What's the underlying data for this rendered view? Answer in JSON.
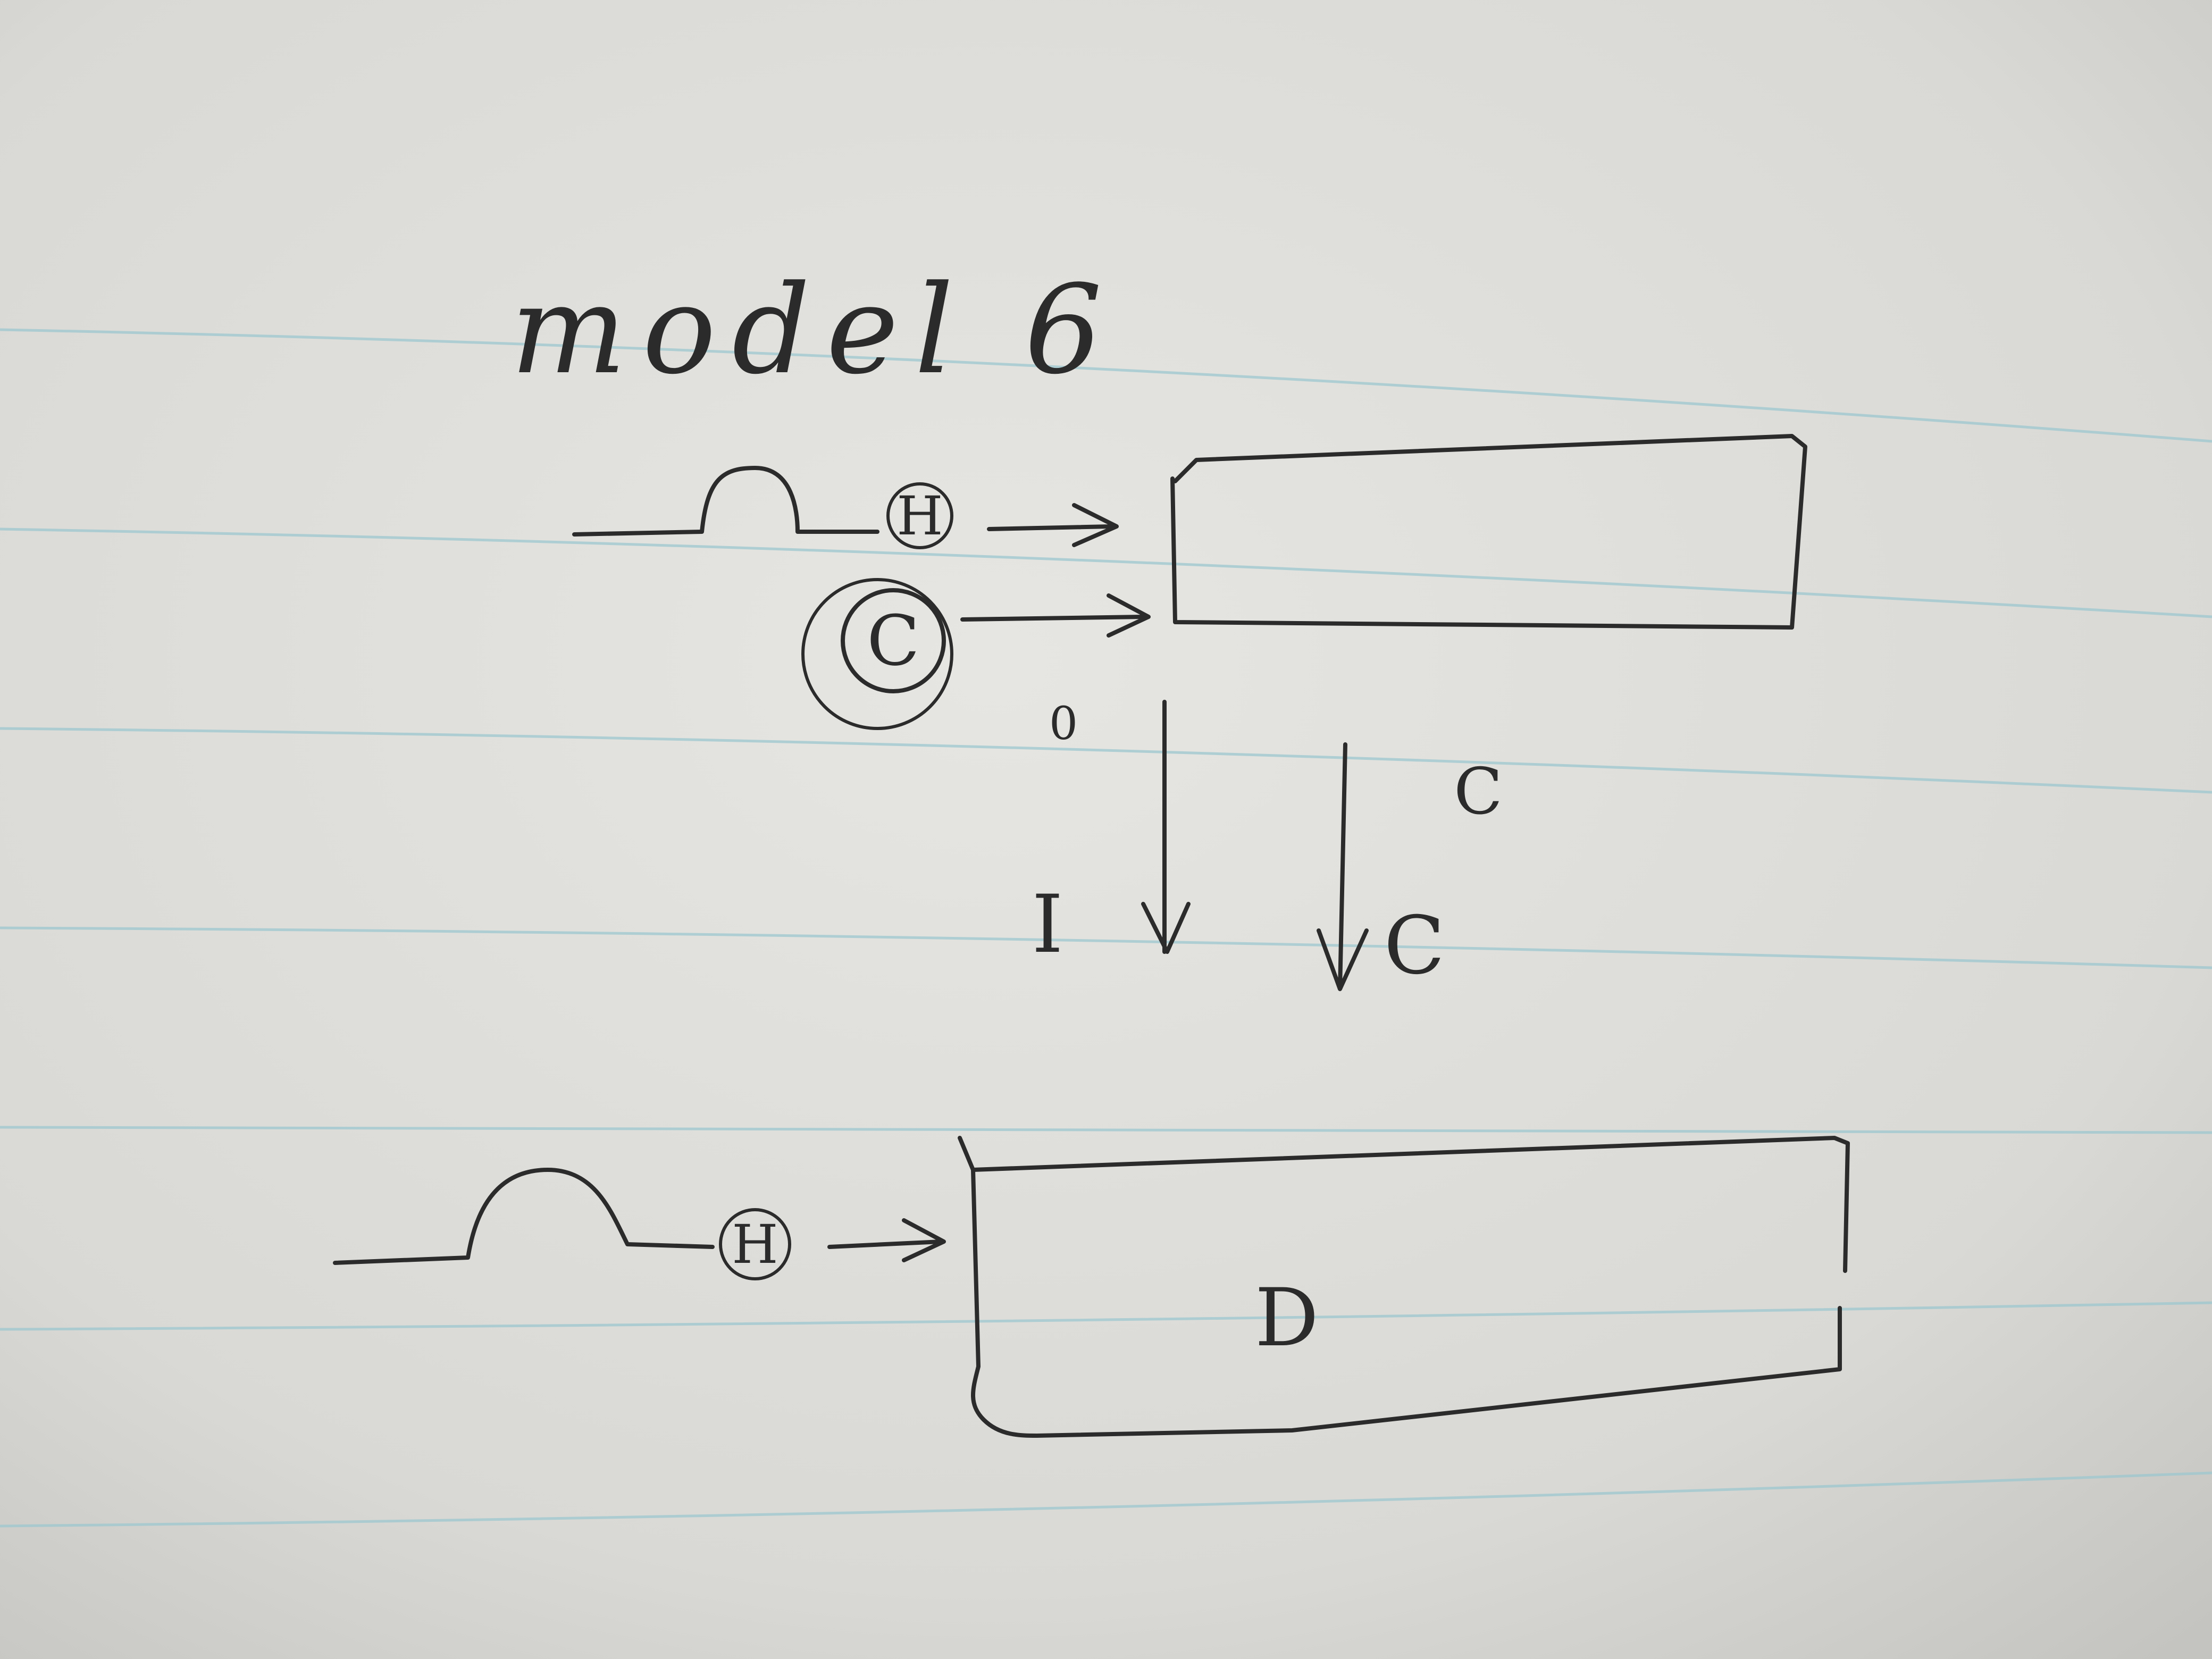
{
  "title": "model 6",
  "upper_diagram": {
    "input_symbol_h": "H",
    "input_symbol_c": "C",
    "left_arrow_top_label": "0",
    "left_arrow_bottom_label": "I",
    "right_arrow_top_label": "C",
    "right_arrow_bottom_label": "C"
  },
  "lower_diagram": {
    "input_symbol_h": "H",
    "box_label": "D"
  },
  "colors": {
    "ink": "#2b2b2b",
    "paper": "#dcdcd8",
    "ruled_line": "#9cc7cf"
  }
}
